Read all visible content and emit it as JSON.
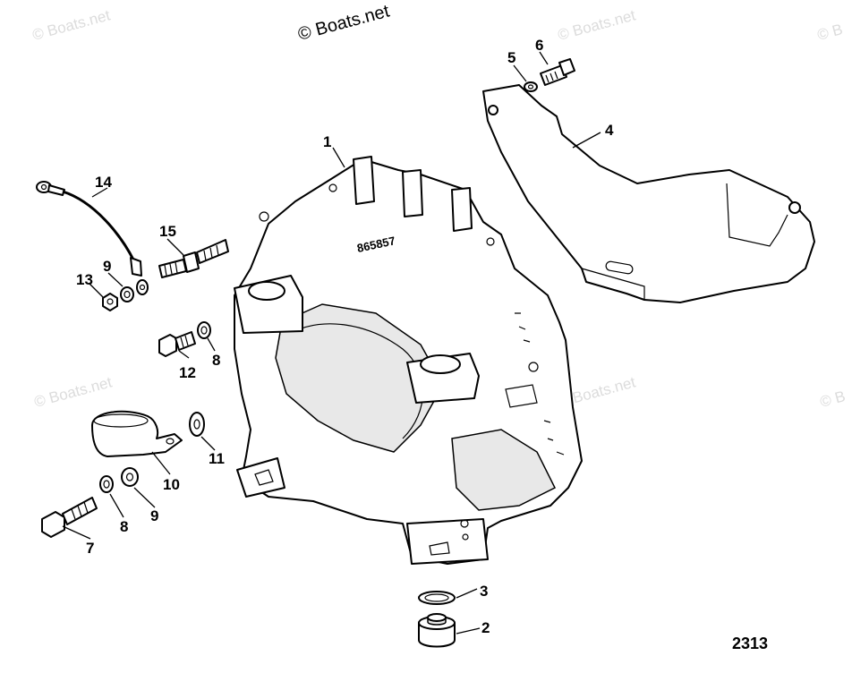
{
  "copyright": "© Boats.net",
  "watermark": "© Boats.net",
  "casting_number": "865857",
  "figure_number": "2313",
  "callouts": {
    "c1": "1",
    "c2": "2",
    "c3": "3",
    "c4": "4",
    "c5": "5",
    "c6": "6",
    "c7": "7",
    "c8a": "8",
    "c8b": "8",
    "c9a": "9",
    "c9b": "9",
    "c10": "10",
    "c11": "11",
    "c12": "12",
    "c13": "13",
    "c14": "14",
    "c15": "15"
  }
}
